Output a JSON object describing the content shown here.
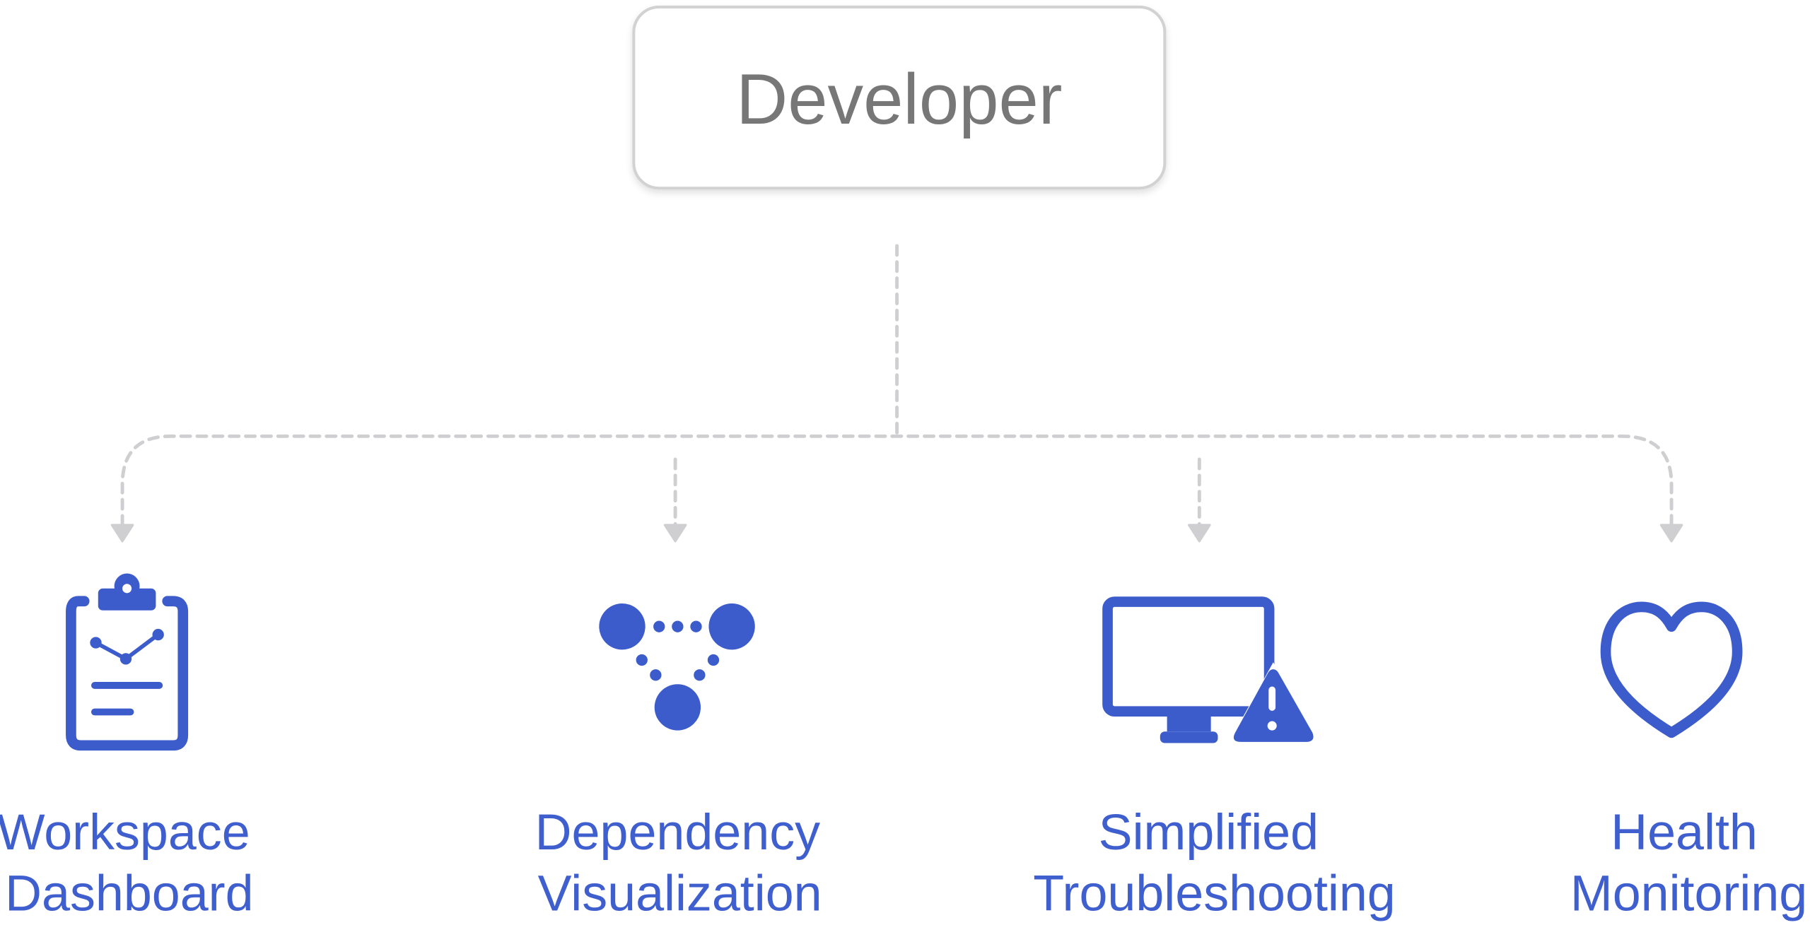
{
  "root": {
    "label": "Developer"
  },
  "accent_color": "#3d5ccc",
  "connector_color": "#cfcfd2",
  "children": [
    {
      "icon": "clipboard-chart-icon",
      "line1": "Workspace",
      "line2": "Dashboard"
    },
    {
      "icon": "dependency-graph-icon",
      "line1": "Dependency",
      "line2": "Visualization"
    },
    {
      "icon": "monitor-warning-icon",
      "line1": "Simplified",
      "line2": "Troubleshooting"
    },
    {
      "icon": "heart-icon",
      "line1": "Health",
      "line2": "Monitoring"
    }
  ]
}
